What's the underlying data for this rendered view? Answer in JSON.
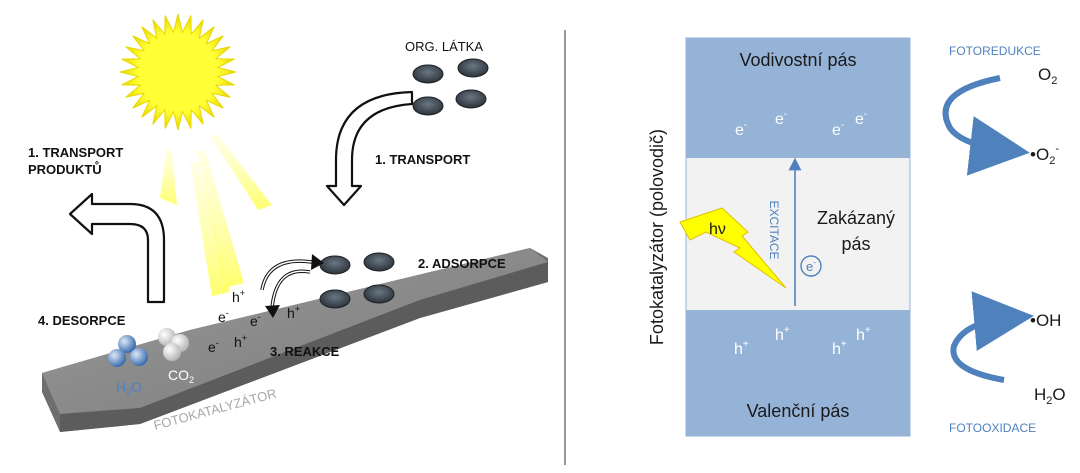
{
  "left": {
    "org_substance": "ORG. LÁTKA",
    "transport_products_line1": "1. TRANSPORT",
    "transport_products_line2": "PRODUKTŮ",
    "transport": "1. TRANSPORT",
    "adsorption": "2. ADSORPCE",
    "reaction": "3. REAKCE",
    "desorption": "4. DESORPCE",
    "photocatalyst": "FOTOKATALYZÁTOR",
    "water": "H",
    "water_sub": "2",
    "water_tail": "O",
    "co2": "CO",
    "co2_sub": "2",
    "electron": "e",
    "electron_sup": "-",
    "hole": "h",
    "hole_sup": "+"
  },
  "right": {
    "axis_label": "Fotokatalyzátor (polovodič)",
    "conduction_band": "Vodivostní pás",
    "forbidden_band_line1": "Zakázaný",
    "forbidden_band_line2": "pás",
    "valence_band": "Valenční pás",
    "excitation": "EXCITACE",
    "photon": "hν",
    "photoreduction": "FOTOREDUKCE",
    "photooxidation": "FOTOOXIDACE",
    "o2": "O",
    "o2_sub": "2",
    "superoxide": "•O",
    "superoxide_sub": "2",
    "superoxide_sup": "-",
    "hydroxyl": "•OH",
    "water": "H",
    "water_sub": "2",
    "water_tail": "O",
    "electron": "e",
    "electron_sup": "-",
    "hole": "h",
    "hole_sup": "+"
  },
  "colors": {
    "band_blue": "#95b3d7",
    "gap_grey": "#f2f2f2",
    "arrow_blue": "#4f81bd",
    "text_dark": "#1a1a1a",
    "sun_yellow": "#ffff33",
    "plate_grey": "#8c8c8c"
  }
}
